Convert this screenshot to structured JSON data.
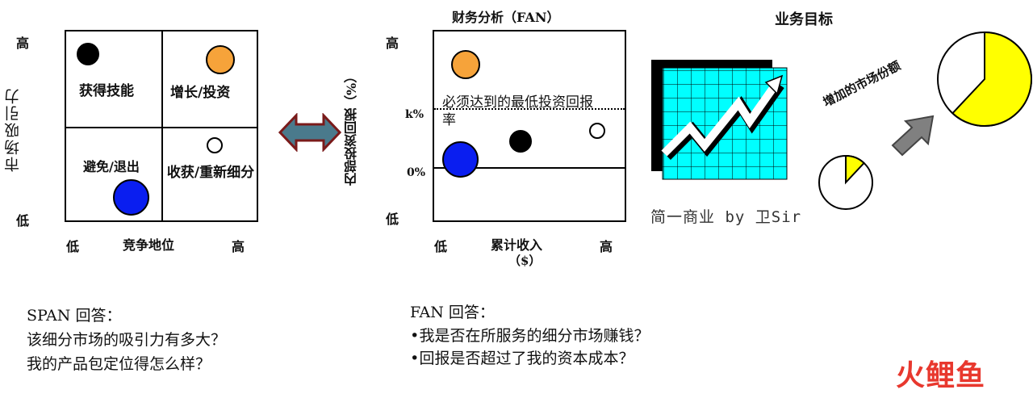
{
  "span_matrix": {
    "y_axis_label": "市场吸引力",
    "y_high": "高",
    "y_low": "低",
    "x_axis_label": "竞争地位",
    "x_low": "低",
    "x_high": "高",
    "quadrants": {
      "top_left": "获得技能",
      "top_right": "增长/投资",
      "bottom_left": "避免/退出",
      "bottom_right": "收获/重新细分"
    }
  },
  "fan_chart": {
    "title": "财务分析（FAN）",
    "y_axis_label": "内部投资回报（%）",
    "y_high": "高",
    "y_low": "低",
    "k_label": "k%",
    "zero_label": "0%",
    "threshold_label": "必须达到的最低投资回报率",
    "x_low": "低",
    "x_axis_label": "累计收入",
    "x_unit": "（$）",
    "x_high": "高"
  },
  "business_goal": {
    "title": "业务目标",
    "caption": "简一商业 by 卫Sir",
    "market_share_label": "增加的市场份额",
    "small_pie_share": 0.12,
    "large_pie_share": 0.62
  },
  "span_answer": {
    "heading": "SPAN 回答：",
    "line1": "该细分市场的吸引力有多大？",
    "line2": "我的产品包定位得怎么样？"
  },
  "fan_answer": {
    "heading": "FAN 回答：",
    "line1": "•我是否在所服务的细分市场赚钱？",
    "line2": "•回报是否超过了我的资本成本？"
  },
  "watermark": "火鲤鱼",
  "colors": {
    "orange": "#f6a33a",
    "blue": "#0a1ef0",
    "yellow": "#ffff00",
    "cyan": "#00ffff",
    "arrow_fill": "#4a7a8c",
    "arrow_border": "#7a1a1a",
    "gray_arrow": "#808080",
    "watermark_red": "#e8382e"
  }
}
